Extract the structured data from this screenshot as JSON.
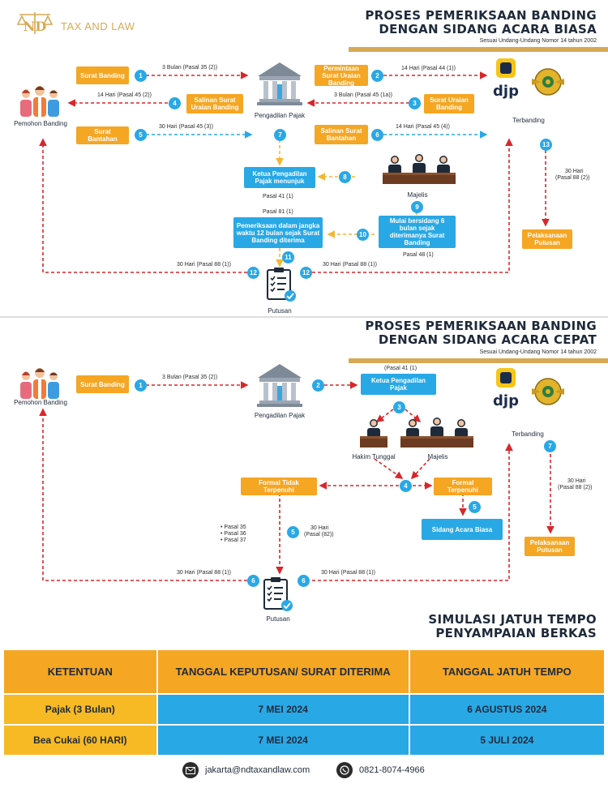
{
  "brand": {
    "mark": "ND",
    "name": "TAX AND LAW"
  },
  "section1": {
    "title_line1": "PROSES PEMERIKSAAN BANDING",
    "title_line2": "DENGAN SIDANG ACARA BIASA",
    "subtitle": "Sesuai Undang-Undang Nomor 14 tahun 2002",
    "actors": {
      "pemohon": "Pemohon Banding",
      "pengadilan": "Pengadilan Pajak",
      "terbanding": "Terbanding",
      "majelis": "Majelis",
      "putusan": "Putusan",
      "djp": "djp"
    },
    "boxes": {
      "surat_banding": "Surat Banding",
      "salinan_sub": "Salinan Surat Uraian Banding",
      "surat_bantahan": "Surat Bantahan",
      "permintaan_sub": "Permintaan Surat Uraian Banding",
      "surat_uraian_banding": "Surat Uraian Banding",
      "salinan_bantahan": "Salinan Surat Bantahan",
      "ketua": "Ketua Pengadilan Pajak menunjuk",
      "mulai": "Mulai bersidang 6 bulan sejak diterimanya Surat Banding",
      "pemeriksaan": "Pemeriksaan dalam jangka waktu 12 bulan sejak Surat Banding diterima",
      "pelaksanaan": "Pelaksanaan Putusan"
    },
    "steps": [
      "1",
      "2",
      "3",
      "4",
      "5",
      "6",
      "7",
      "8",
      "9",
      "10",
      "11",
      "12",
      "12",
      "13"
    ],
    "labels": {
      "a1": "3 Bulan (Pasal 35 (2))",
      "a2": "14 Hari (Pasal 44 (1))",
      "a3": "3 Bulan (Pasal 45 (1a))",
      "a4": "14 Hari (Pasal 45 (2))",
      "a5": "30 Hari (Pasal 45 (3))",
      "a6": "14 Hari (Pasal 45 (4))",
      "p41": "Pasal 41 (1)",
      "p81": "Pasal 81 (1)",
      "p48": "Pasal 48 (1)",
      "a12l": "30 Hari (Pasal 88 (1))",
      "a12r": "30 Hari (Pasal 88 (1))",
      "a13_1": "30 Hari",
      "a13_2": "(Pasal 88 (2))"
    }
  },
  "section2": {
    "title_line1": "PROSES PEMERIKSAAN BANDING",
    "title_line2": "DENGAN SIDANG ACARA CEPAT",
    "subtitle": "Sesuai Undang-Undang Nomor 14 tahun 2002",
    "actors": {
      "pemohon": "Pemohon Banding",
      "pengadilan": "Pengadilan Pajak",
      "terbanding": "Terbanding",
      "hakim": "Hakim Tunggal",
      "majelis": "Majelis",
      "putusan": "Putusan",
      "djp": "djp"
    },
    "boxes": {
      "surat_banding": "Surat Banding",
      "ketua": "Ketua Pengadilan Pajak",
      "formal_tidak": "Formal Tidak Terpenuhi",
      "formal": "Formal Terpenuhi",
      "sidang_biasa": "Sidang Acara Biasa",
      "pelaksanaan": "Pelaksanaan Putusan"
    },
    "steps": [
      "1",
      "2",
      "3",
      "4",
      "5",
      "5",
      "6",
      "6",
      "7"
    ],
    "labels": {
      "a1": "3 Bulan (Pasal 35 (2))",
      "p41": "(Pasal 41 (1)",
      "pasal35": "• Pasal 35",
      "pasal36": "• Pasal 36",
      "pasal37": "• Pasal 37",
      "a5_1": "30 Hari",
      "a5_2": "(Pasal (82))",
      "a6l": "30 Hari (Pasal 88 (1))",
      "a6r": "30 Hari (Pasal 88 (1))",
      "a7_1": "30 Hari",
      "a7_2": "(Pasal 88 (2))"
    }
  },
  "simulation": {
    "title_line1": "SIMULASI JATUH TEMPO",
    "title_line2": "PENYAMPAIAN BERKAS",
    "headers": [
      "KETENTUAN",
      "TANGGAL KEPUTUSAN/ SURAT DITERIMA",
      "TANGGAL JATUH TEMPO"
    ],
    "rows": [
      [
        "Pajak (3 Bulan)",
        "7 MEI 2024",
        "6 AGUSTUS 2024"
      ],
      [
        "Bea Cukai (60 HARI)",
        "7 MEI 2024",
        "5 JULI 2024"
      ]
    ]
  },
  "contact": {
    "email": "jakarta@ndtaxandlaw.com",
    "phone": "0821-8074-4966"
  },
  "colors": {
    "orange": "#f5a623",
    "blue": "#29a8e6",
    "red": "#d9262b",
    "gold": "#d6a955",
    "navy": "#1e2a3a"
  }
}
